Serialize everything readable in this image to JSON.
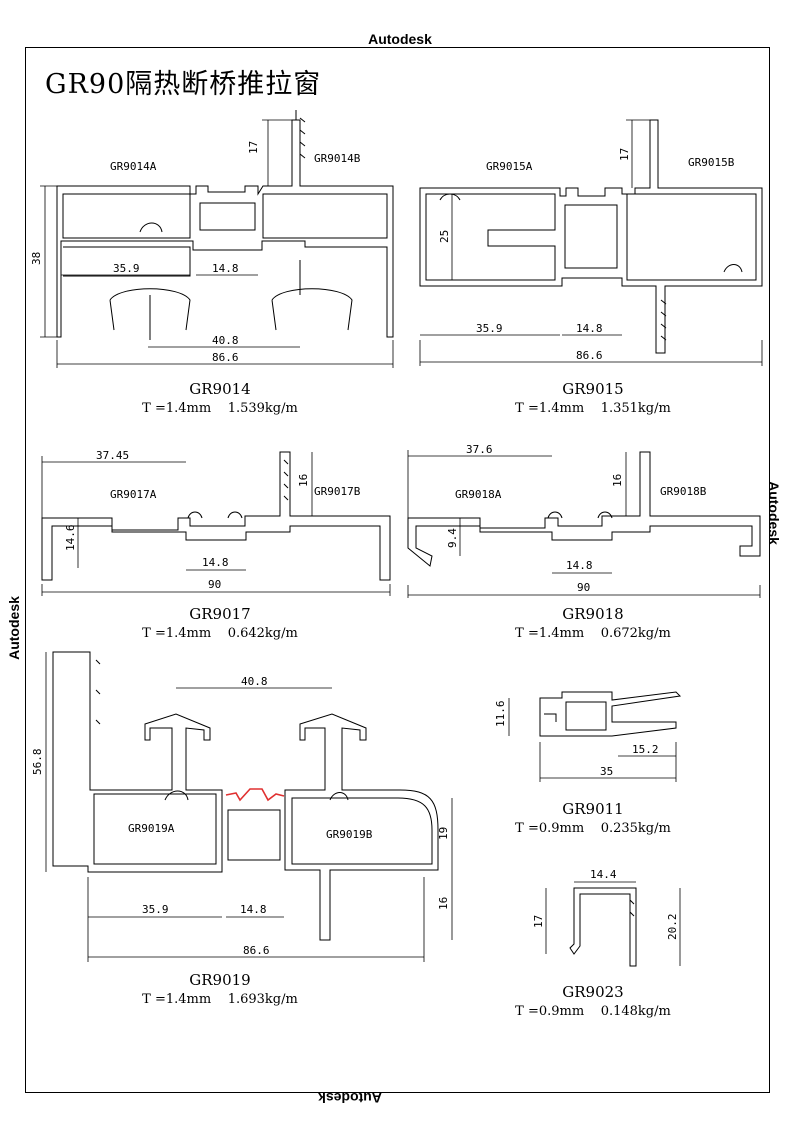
{
  "title": "GR90隔热断桥推拉窗",
  "watermark": "Autodesk",
  "profiles": [
    {
      "id": "GR9014",
      "spec": "T =1.4mm    1.539kg/m",
      "parts": [
        "GR9014A",
        "GR9014B"
      ],
      "dims": [
        "17",
        "38",
        "35.9",
        "14.8",
        "40.8",
        "86.6"
      ]
    },
    {
      "id": "GR9015",
      "spec": "T =1.4mm    1.351kg/m",
      "parts": [
        "GR9015A",
        "GR9015B"
      ],
      "dims": [
        "17",
        "25",
        "35.9",
        "14.8",
        "86.6"
      ]
    },
    {
      "id": "GR9017",
      "spec": "T =1.4mm    0.642kg/m",
      "parts": [
        "GR9017A",
        "GR9017B"
      ],
      "dims": [
        "37.45",
        "16",
        "14.6",
        "14.8",
        "90"
      ]
    },
    {
      "id": "GR9018",
      "spec": "T =1.4mm    0.672kg/m",
      "parts": [
        "GR9018A",
        "GR9018B"
      ],
      "dims": [
        "37.6",
        "16",
        "9.4",
        "14.8",
        "90"
      ]
    },
    {
      "id": "GR9019",
      "spec": "T =1.4mm    1.693kg/m",
      "parts": [
        "GR9019A",
        "GR9019B"
      ],
      "dims": [
        "40.8",
        "56.8",
        "19",
        "16",
        "35.9",
        "14.8",
        "86.6"
      ]
    },
    {
      "id": "GR9011",
      "spec": "T =0.9mm    0.235kg/m",
      "parts": [],
      "dims": [
        "11.6",
        "15.2",
        "35"
      ]
    },
    {
      "id": "GR9023",
      "spec": "T =0.9mm    0.148kg/m",
      "parts": [],
      "dims": [
        "14.4",
        "17",
        "20.2"
      ]
    }
  ]
}
